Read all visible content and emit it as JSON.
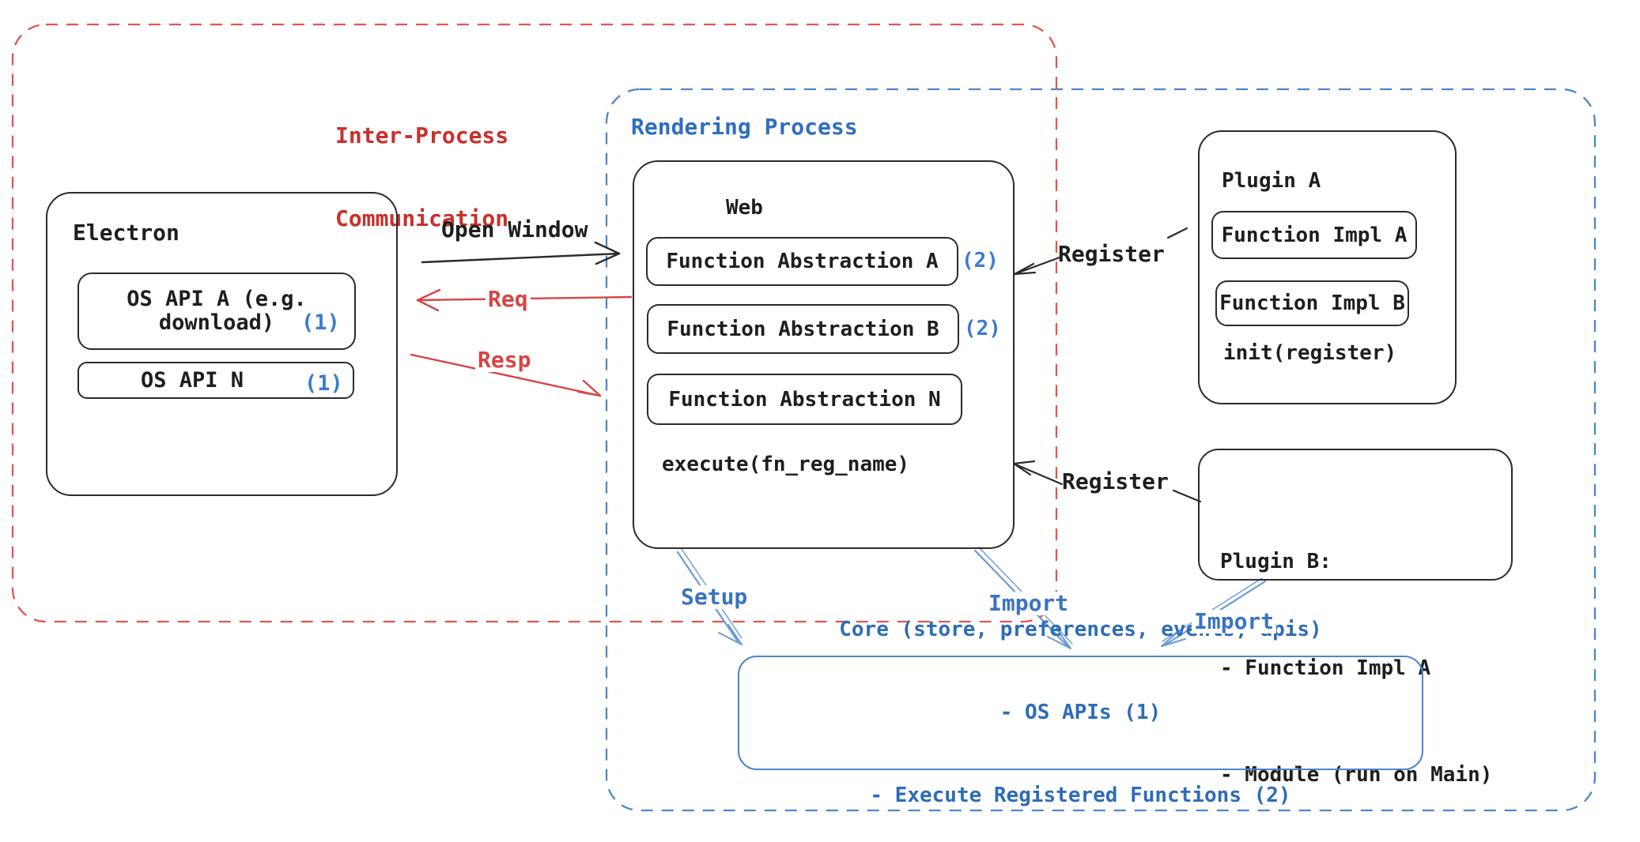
{
  "regions": {
    "ipc": {
      "line1": "Inter-Process",
      "line2": "Communication"
    },
    "rendering": {
      "label": "Rendering Process"
    }
  },
  "electron": {
    "title": "Electron",
    "api_a_line1": "OS API A (e.g.",
    "api_a_line2": "download)",
    "api_a_badge": "(1)",
    "api_n_label": "OS API N",
    "api_n_badge": "(1)"
  },
  "web": {
    "title": "Web",
    "items": [
      {
        "label": "Function Abstraction A",
        "badge": "(2)"
      },
      {
        "label": "Function Abstraction B",
        "badge": "(2)"
      },
      {
        "label": "Function Abstraction N",
        "badge": ""
      }
    ],
    "footer": "execute(fn_reg_name)"
  },
  "plugin_a": {
    "title": "Plugin A",
    "items": [
      "Function Impl A",
      "Function Impl B"
    ],
    "footer": "init(register)"
  },
  "plugin_b": {
    "lines": [
      "Plugin B:",
      "- Function Impl A",
      "- Module (run on Main)"
    ]
  },
  "core": {
    "lines": [
      "Core (store, preferences, events, apis)",
      "- OS APIs (1)",
      "- Execute Registered Functions (2)"
    ]
  },
  "arrows": {
    "open_window": "Open Window",
    "req": "Req",
    "resp": "Resp",
    "register_a": "Register",
    "register_b": "Register",
    "setup": "Setup",
    "import_web": "Import",
    "import_plugin": "Import"
  },
  "colors": {
    "red_dash": "#e0564e",
    "red_text": "#c9302c",
    "red_arrow": "#d64545",
    "blue_dash": "#4c86cc",
    "blue_text": "#2e6fc0",
    "blue_arrow": "#6b99d8",
    "black": "#2b2b2b"
  }
}
